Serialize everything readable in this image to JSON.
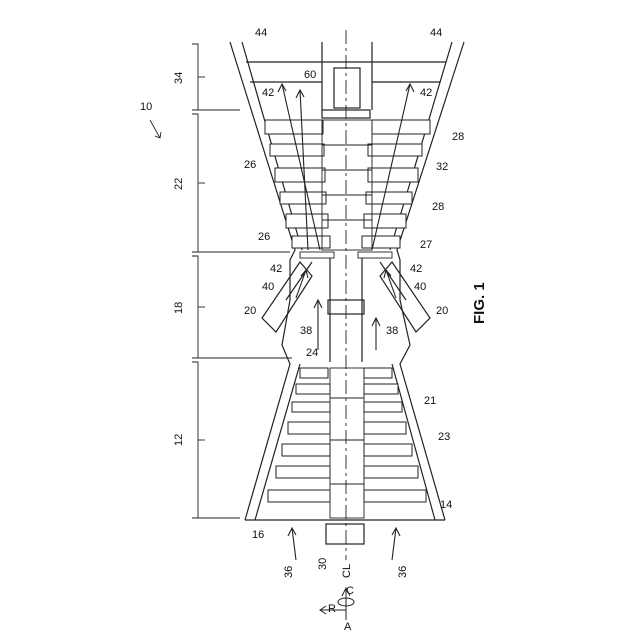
{
  "figure_label": "FIG. 1",
  "labels": {
    "engine": "10",
    "section_12": "12",
    "section_18": "18",
    "section_22": "22",
    "section_34": "34",
    "inlet": "16",
    "intake_arrows": "36",
    "centerline": "30",
    "cl_symbol": "CL",
    "combustor_left": "20",
    "combustor_right": "20",
    "liner_left": "40",
    "liner_right": "40",
    "flow_left": "38",
    "flow_right": "38",
    "shaft": "24",
    "turbine_flow": "42",
    "turbine_stator": "26",
    "turbine_rotor": "28",
    "casing": "32",
    "hub": "27",
    "exhaust": "44",
    "nozzle": "60",
    "comp_rotor": "21",
    "comp_stator": "23",
    "comp_casing": "14",
    "axis_a": "A",
    "axis_r": "R",
    "axis_c": "C"
  }
}
